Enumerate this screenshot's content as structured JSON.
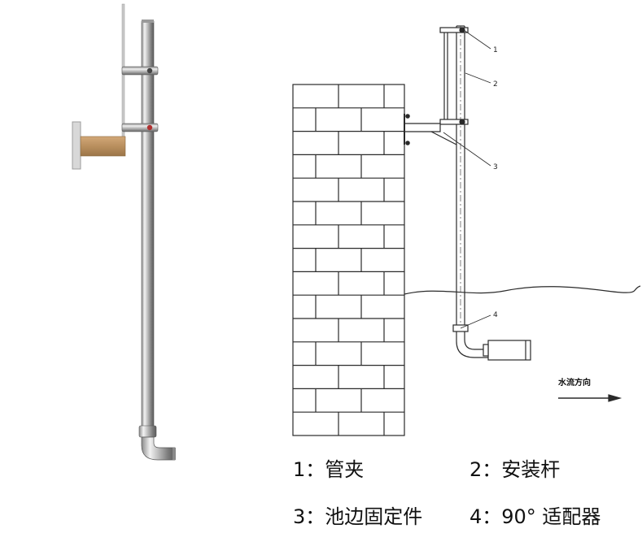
{
  "callouts": {
    "c1": "1",
    "c2": "2",
    "c3": "3",
    "c4": "4"
  },
  "flow_direction_label": "水流方向",
  "legend": {
    "item1": "1：管夹",
    "item2": "2：安装杆",
    "item3": "3：池边固定件",
    "item4": "4：90° 适配器"
  },
  "colors": {
    "steel_light": "#e9e9e9",
    "steel_dark": "#6f6f6f",
    "bracket_copper": "#b98f5e",
    "drawing_line": "#2a2a2a"
  }
}
